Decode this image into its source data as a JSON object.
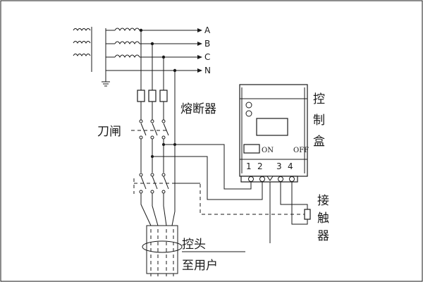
{
  "phases": [
    "A",
    "B",
    "C",
    "N"
  ],
  "labels": {
    "fuse": "熔断器",
    "knife_switch": "刀闸",
    "control_box": [
      "控",
      "制",
      "盒"
    ],
    "contactor": [
      "接",
      "触",
      "器"
    ],
    "cable_head": "控头",
    "to_user": "至用户"
  },
  "control_box": {
    "on_label": "ON",
    "off_label": "OFF",
    "terminals": [
      "1",
      "2",
      "3",
      "4"
    ]
  }
}
